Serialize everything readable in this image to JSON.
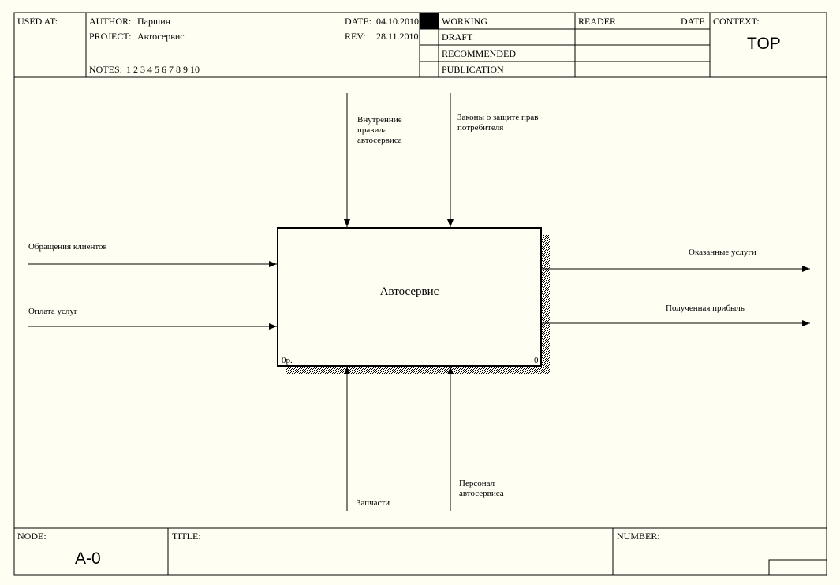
{
  "header": {
    "used_at_label": "USED AT:",
    "author_label": "AUTHOR:",
    "author": "Паршин",
    "project_label": "PROJECT:",
    "project": "Автосервис",
    "notes_label": "NOTES:",
    "notes": "1  2  3  4  5  6  7  8  9  10",
    "date_label": "DATE:",
    "date": "04.10.2010",
    "rev_label": "REV:",
    "rev": "28.11.2010",
    "statuses": [
      "WORKING",
      "DRAFT",
      "RECOMMENDED",
      "PUBLICATION"
    ],
    "active_status": "WORKING",
    "reader_label": "READER",
    "reader_date_label": "DATE",
    "context_label": "CONTEXT:",
    "context": "TOP"
  },
  "diagram": {
    "activity": {
      "name": "Автосервис",
      "cost": "0р.",
      "number": "0"
    },
    "controls": [
      "Внутренние\nправила\nавтосервиса",
      "Законы о защите прав\nпотребителя"
    ],
    "inputs": [
      "Обращения клиентов",
      "Оплата услуг"
    ],
    "outputs": [
      "Оказанные услуги",
      "Полученная прибыль"
    ],
    "mechanisms": [
      "Запчасти",
      "Персонал\nавтосервиса"
    ]
  },
  "footer": {
    "node_label": "NODE:",
    "node": "A-0",
    "title_label": "TITLE:",
    "title": "",
    "number_label": "NUMBER:"
  },
  "colors": {
    "background": "#fffef3",
    "lines": "#000000"
  }
}
